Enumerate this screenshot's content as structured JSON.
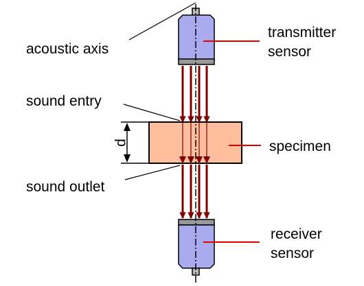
{
  "labels": {
    "acoustic_axis": "acoustic axis",
    "transmitter_line1": "transmitter",
    "transmitter_line2": "sensor",
    "sound_entry": "sound entry",
    "specimen": "specimen",
    "thickness": "d",
    "sound_outlet": "sound outlet",
    "receiver_line1": "receiver",
    "receiver_line2": "sensor"
  },
  "colors": {
    "sensor_body": "#aaaaee",
    "sensor_cap": "#999999",
    "specimen_fill": "#ffbf9f",
    "arrow": "#800000",
    "leader_red": "#e00000",
    "outline": "#000000"
  }
}
